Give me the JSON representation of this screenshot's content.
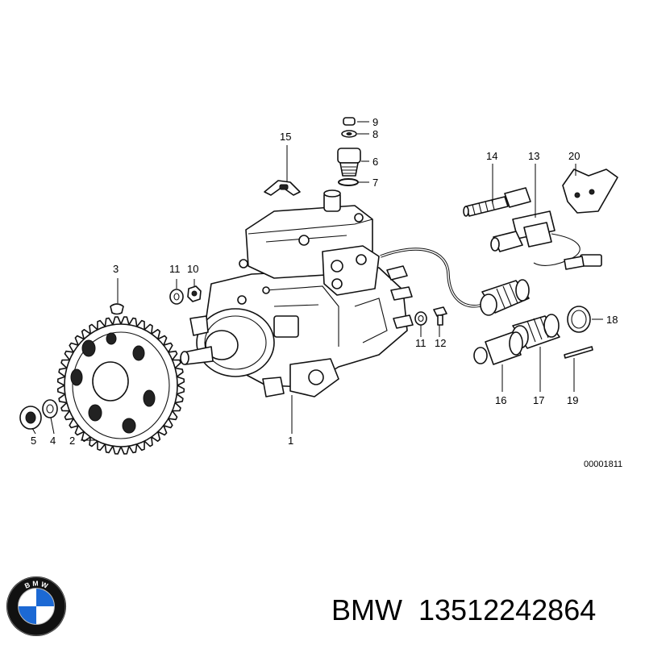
{
  "diagram": {
    "callouts": [
      "1",
      "2",
      "3",
      "4",
      "5",
      "6",
      "7",
      "8",
      "9",
      "10",
      "11",
      "11",
      "12",
      "13",
      "14",
      "15",
      "16",
      "17",
      "18",
      "19",
      "20"
    ],
    "reference_code": "00001811"
  },
  "brand": {
    "name": "BMW",
    "part_number": "13512242864",
    "logo_letters": [
      "B",
      "M",
      "W"
    ],
    "logo_colors": {
      "blue": "#1c69d4",
      "white": "#ffffff",
      "ring": "#111111"
    }
  }
}
